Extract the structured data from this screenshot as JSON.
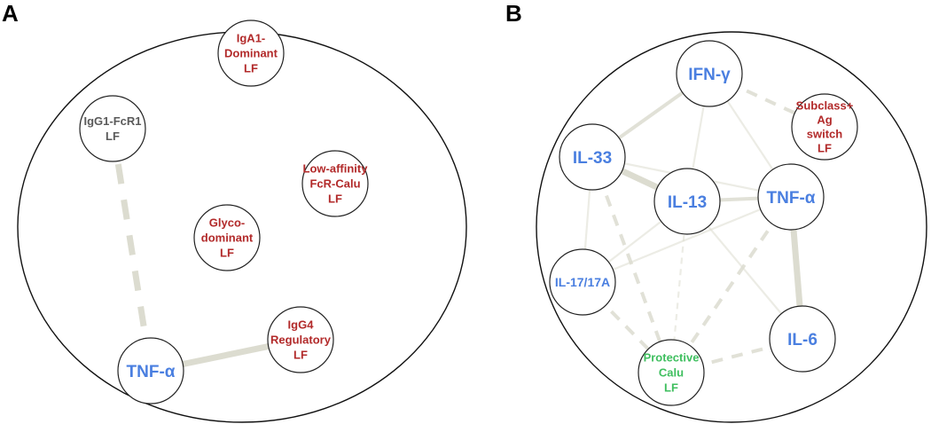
{
  "colors": {
    "factor": "#b22a2a",
    "cytokine": "#4a7fe0",
    "neutral": "#5a5a5a",
    "protective": "#3fbf5f",
    "edge": "#dcdcd0"
  },
  "panels": [
    {
      "letter": "A",
      "nodes": [
        {
          "id": "iga1",
          "lines": [
            "IgA1-",
            "Dominant",
            "LF"
          ],
          "kind": "factor"
        },
        {
          "id": "igg1",
          "lines": [
            "IgG1-FcR1",
            "LF"
          ],
          "kind": "neutral"
        },
        {
          "id": "lowaff",
          "lines": [
            "Low-affinity",
            "FcR-Calu",
            "LF"
          ],
          "kind": "factor"
        },
        {
          "id": "glyco",
          "lines": [
            "Glyco-",
            "dominant",
            "LF"
          ],
          "kind": "factor"
        },
        {
          "id": "igg4",
          "lines": [
            "IgG4",
            "Regulatory",
            "LF"
          ],
          "kind": "factor"
        },
        {
          "id": "tnfA",
          "lines": [
            "TNF-α"
          ],
          "kind": "cytokine"
        }
      ],
      "edges": [
        {
          "from": "igg1",
          "to": "tnfA",
          "style": "dashed",
          "weight": "strong"
        },
        {
          "from": "tnfA",
          "to": "igg4",
          "style": "solid",
          "weight": "strong"
        }
      ]
    },
    {
      "letter": "B",
      "nodes": [
        {
          "id": "ifng",
          "lines": [
            "IFN-γ"
          ],
          "kind": "cytokine"
        },
        {
          "id": "subclass",
          "lines": [
            "Subclass+",
            "Ag",
            "switch",
            "LF"
          ],
          "kind": "factor"
        },
        {
          "id": "il33",
          "lines": [
            "IL-33"
          ],
          "kind": "cytokine"
        },
        {
          "id": "il13",
          "lines": [
            "IL-13"
          ],
          "kind": "cytokine"
        },
        {
          "id": "tnfB",
          "lines": [
            "TNF-α"
          ],
          "kind": "cytokine"
        },
        {
          "id": "il17",
          "lines": [
            "IL-17/17A"
          ],
          "kind": "cytokine"
        },
        {
          "id": "il6",
          "lines": [
            "IL-6"
          ],
          "kind": "cytokine"
        },
        {
          "id": "protective",
          "lines": [
            "Protective",
            "Calu",
            "LF"
          ],
          "kind": "protective"
        }
      ],
      "edges": [
        {
          "from": "ifng",
          "to": "subclass",
          "style": "dashed",
          "weight": "medium"
        },
        {
          "from": "ifng",
          "to": "il33",
          "style": "solid",
          "weight": "medium"
        },
        {
          "from": "ifng",
          "to": "il13",
          "style": "solid",
          "weight": "light"
        },
        {
          "from": "ifng",
          "to": "tnfB",
          "style": "solid",
          "weight": "light"
        },
        {
          "from": "il33",
          "to": "il13",
          "style": "solid",
          "weight": "strong"
        },
        {
          "from": "il33",
          "to": "tnfB",
          "style": "solid",
          "weight": "light"
        },
        {
          "from": "il33",
          "to": "il17",
          "style": "solid",
          "weight": "light"
        },
        {
          "from": "il33",
          "to": "protective",
          "style": "dashed",
          "weight": "medium"
        },
        {
          "from": "il13",
          "to": "tnfB",
          "style": "solid",
          "weight": "medium"
        },
        {
          "from": "il13",
          "to": "il17",
          "style": "solid",
          "weight": "light"
        },
        {
          "from": "il13",
          "to": "protective",
          "style": "dashed",
          "weight": "light"
        },
        {
          "from": "il13",
          "to": "il6",
          "style": "solid",
          "weight": "light"
        },
        {
          "from": "tnfB",
          "to": "il17",
          "style": "solid",
          "weight": "light"
        },
        {
          "from": "tnfB",
          "to": "il6",
          "style": "solid",
          "weight": "strong"
        },
        {
          "from": "tnfB",
          "to": "protective",
          "style": "dashed",
          "weight": "medium"
        },
        {
          "from": "il17",
          "to": "protective",
          "style": "dashed",
          "weight": "medium"
        },
        {
          "from": "il6",
          "to": "protective",
          "style": "dashed",
          "weight": "medium"
        }
      ]
    }
  ]
}
